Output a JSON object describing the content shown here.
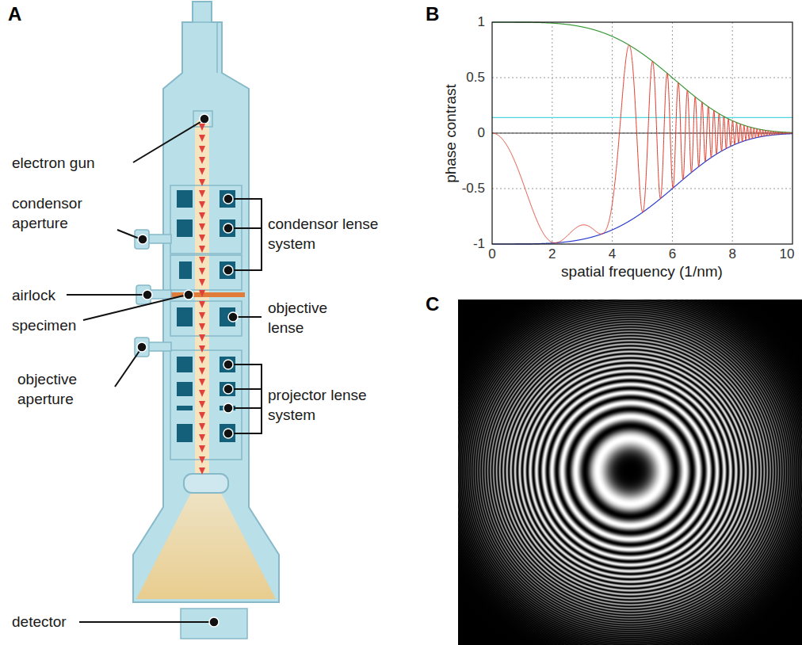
{
  "diagram": {
    "labels": [
      "A",
      "electron gun",
      "condensor aperture",
      "airlock",
      "specimen",
      "objective aperture",
      "detector",
      "condensor lense system",
      "objective lense",
      "projector lense system",
      "B",
      "1",
      "0.5",
      "0",
      "-0.5",
      "-1",
      "0",
      "2",
      "4",
      "6",
      "8",
      "10",
      "phase contrast",
      "spatial frequency (1/nm)",
      "C"
    ]
  }
}
